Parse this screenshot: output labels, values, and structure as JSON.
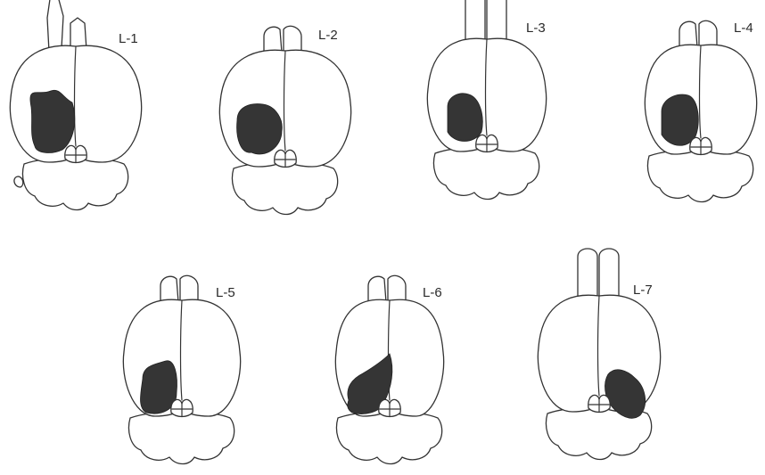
{
  "figure": {
    "background": "#ffffff",
    "line_color": "#333333",
    "lesion_color": "#353535",
    "panels": [
      {
        "label": "L-1",
        "lesion_side": "left",
        "icon": "brain-dorsal-view"
      },
      {
        "label": "L-2",
        "lesion_side": "left",
        "icon": "brain-dorsal-view"
      },
      {
        "label": "L-3",
        "lesion_side": "left",
        "icon": "brain-dorsal-view"
      },
      {
        "label": "L-4",
        "lesion_side": "left",
        "icon": "brain-dorsal-view"
      },
      {
        "label": "L-5",
        "lesion_side": "left",
        "icon": "brain-dorsal-view"
      },
      {
        "label": "L-6",
        "lesion_side": "left",
        "icon": "brain-dorsal-view"
      },
      {
        "label": "L-7",
        "lesion_side": "right",
        "icon": "brain-dorsal-view"
      }
    ]
  }
}
